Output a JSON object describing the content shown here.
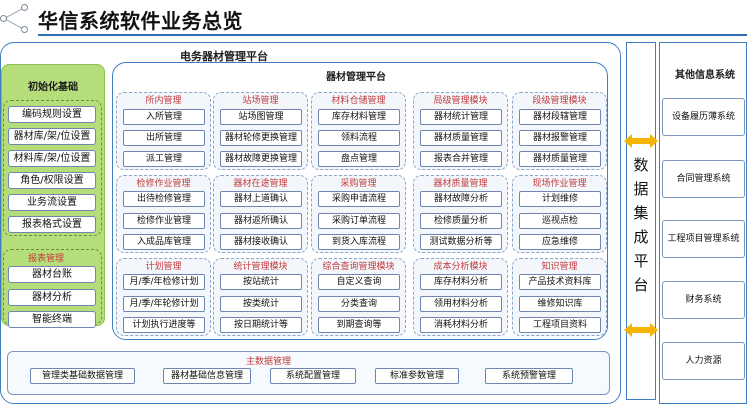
{
  "title": "华信系统软件业务总览",
  "platform": {
    "label": "电务器材管理平台",
    "inner_label": "器材管理平台"
  },
  "init": {
    "label": "初始化基础",
    "items": [
      "编码规则设置",
      "器材库/架/位设置",
      "材料库/架/位设置",
      "角色/权限设置",
      "业务流设置",
      "报表格式设置"
    ]
  },
  "report": {
    "label": "报表管理",
    "items": [
      "器材台账",
      "器材分析",
      "智能终端"
    ]
  },
  "modules": [
    {
      "title": "所内管理",
      "items": [
        "入所管理",
        "出所管理",
        "派工管理"
      ]
    },
    {
      "title": "站场管理",
      "items": [
        "站场图管理",
        "器材轮修更换管理",
        "器材故障更换管理"
      ]
    },
    {
      "title": "材料仓储管理",
      "items": [
        "库存材料管理",
        "领料流程",
        "盘点管理"
      ]
    },
    {
      "title": "局级管理模块",
      "items": [
        "器材统计管理",
        "器材质量管理",
        "报表合并管理"
      ]
    },
    {
      "title": "段级管理模块",
      "items": [
        "器材段辖管理",
        "器材报警管理",
        "器材质量管理"
      ]
    },
    {
      "title": "检修作业管理",
      "items": [
        "出待检修管理",
        "检修作业管理",
        "入成品库管理"
      ]
    },
    {
      "title": "器材在途管理",
      "items": [
        "器材上道确认",
        "器材返所确认",
        "器材接收确认"
      ]
    },
    {
      "title": "采购管理",
      "items": [
        "采购申请流程",
        "采购订单流程",
        "到货入库流程"
      ]
    },
    {
      "title": "器材质量管理",
      "items": [
        "器材故障分析",
        "检修质量分析",
        "测试数据分析等"
      ]
    },
    {
      "title": "现场作业管理",
      "items": [
        "计划维修",
        "巡视点检",
        "应急维修"
      ]
    },
    {
      "title": "计划管理",
      "items": [
        "月/季/年检修计划",
        "月/季/年轮修计划",
        "计划执行进度等"
      ]
    },
    {
      "title": "统计管理模块",
      "items": [
        "按站统计",
        "按类统计",
        "按日期统计等"
      ]
    },
    {
      "title": "综合查询管理模块",
      "items": [
        "自定义查询",
        "分类查询",
        "到期查询等"
      ]
    },
    {
      "title": "成本分析模块",
      "items": [
        "库存材料分析",
        "领用材料分析",
        "消耗材料分析"
      ]
    },
    {
      "title": "知识管理",
      "items": [
        "产品技术资料库",
        "维修知识库",
        "工程项目资料"
      ]
    }
  ],
  "master_data": {
    "label": "主数据管理",
    "items": [
      "管理类基础数据管理",
      "器材基础信息管理",
      "系统配置管理",
      "标准参数管理",
      "系统预警管理"
    ]
  },
  "data_platform": {
    "label": "数据集成平台",
    "chars": [
      "数",
      "据",
      "集",
      "成",
      "平",
      "台"
    ]
  },
  "other": {
    "label": "其他信息系统",
    "items": [
      "设备履历薄系统",
      "合同管理系统",
      "工程项目管理系统",
      "财务系统",
      "人力资源"
    ]
  },
  "colors": {
    "frame": "#3d7fc2",
    "green_panel": "#b5dd7a",
    "module_title": "#c23a3a",
    "arrow": "#f4b400"
  }
}
